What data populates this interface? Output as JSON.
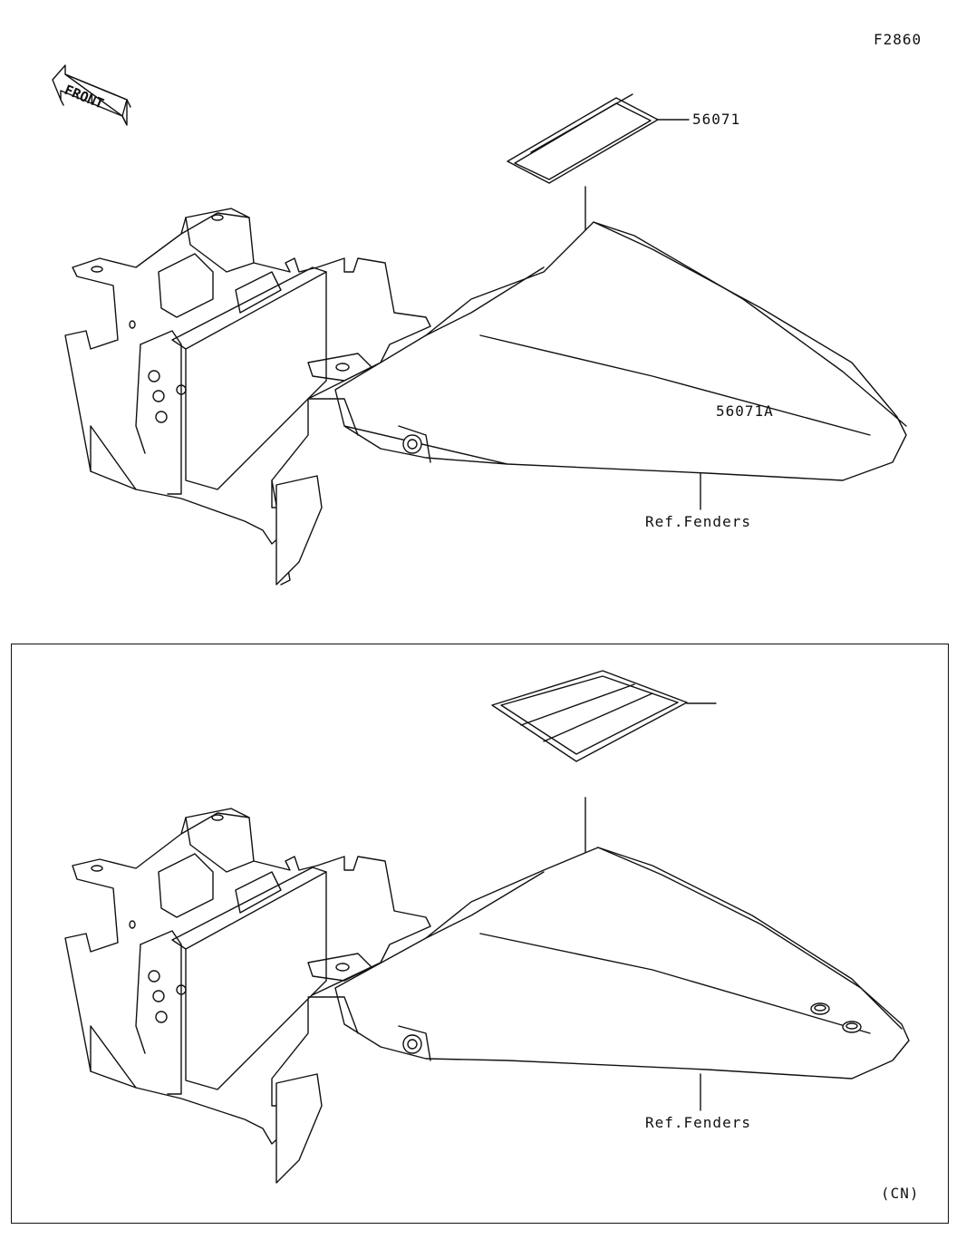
{
  "figure_code": "F2860",
  "front_label": "FRONT",
  "top_diagram": {
    "part_label": "56071",
    "ref_label": "Ref.Fenders"
  },
  "bottom_diagram": {
    "part_label": "56071A",
    "ref_label": "Ref.Fenders",
    "region_label": "(CN)"
  }
}
